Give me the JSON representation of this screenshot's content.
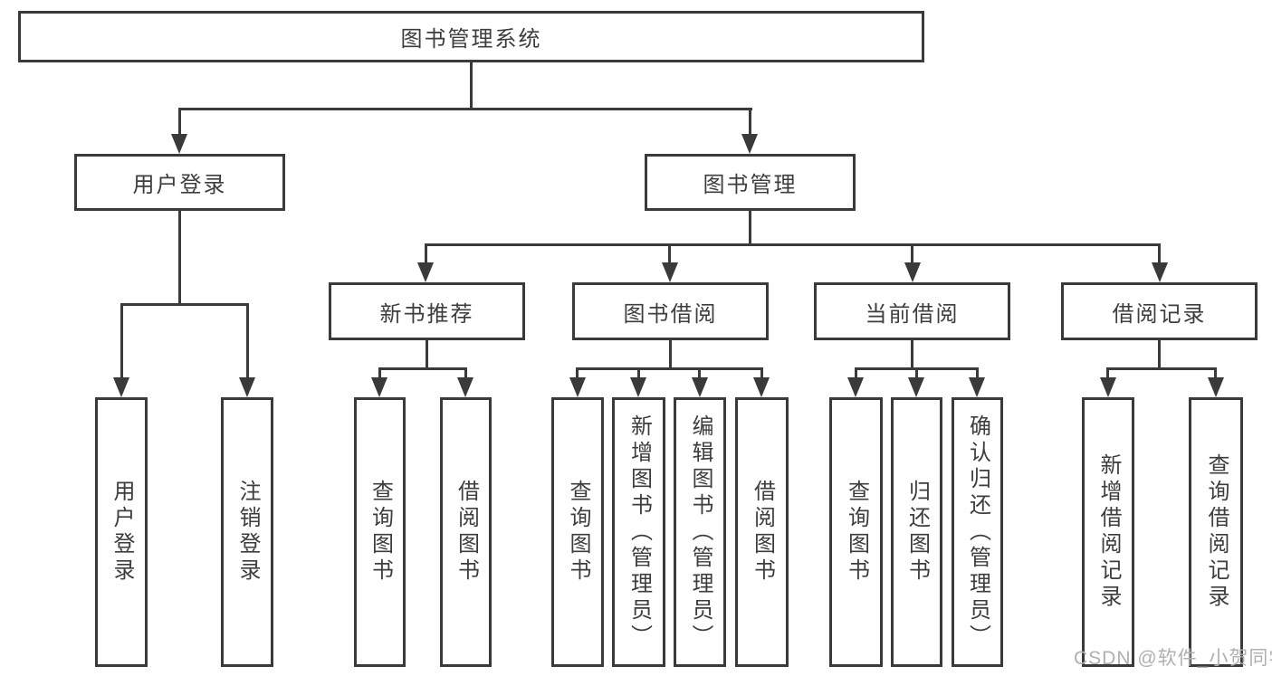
{
  "colors": {
    "line": "#3a3a3a",
    "text": "#3d3d3d",
    "box_background": "#ffffff",
    "page_background": "#ffffff",
    "watermark": "#b0b0b0"
  },
  "watermark": {
    "text": "CSDN @软件_小贺同学"
  },
  "tree": {
    "label": "图书管理系统",
    "children": [
      {
        "label": "用户登录",
        "children": [
          {
            "label": "用户登录"
          },
          {
            "label": "注销登录"
          }
        ]
      },
      {
        "label": "图书管理",
        "children": [
          {
            "label": "新书推荐",
            "children": [
              {
                "label": "查询图书"
              },
              {
                "label": "借阅图书"
              }
            ]
          },
          {
            "label": "图书借阅",
            "children": [
              {
                "label": "查询图书"
              },
              {
                "label": "新增图书（管理员）"
              },
              {
                "label": "编辑图书（管理员）"
              },
              {
                "label": "借阅图书"
              }
            ]
          },
          {
            "label": "当前借阅",
            "children": [
              {
                "label": "查询图书"
              },
              {
                "label": "归还图书"
              },
              {
                "label": "确认归还（管理员）"
              }
            ]
          },
          {
            "label": "借阅记录",
            "children": [
              {
                "label": "新增借阅记录"
              },
              {
                "label": "查询借阅记录"
              }
            ]
          }
        ]
      }
    ]
  }
}
